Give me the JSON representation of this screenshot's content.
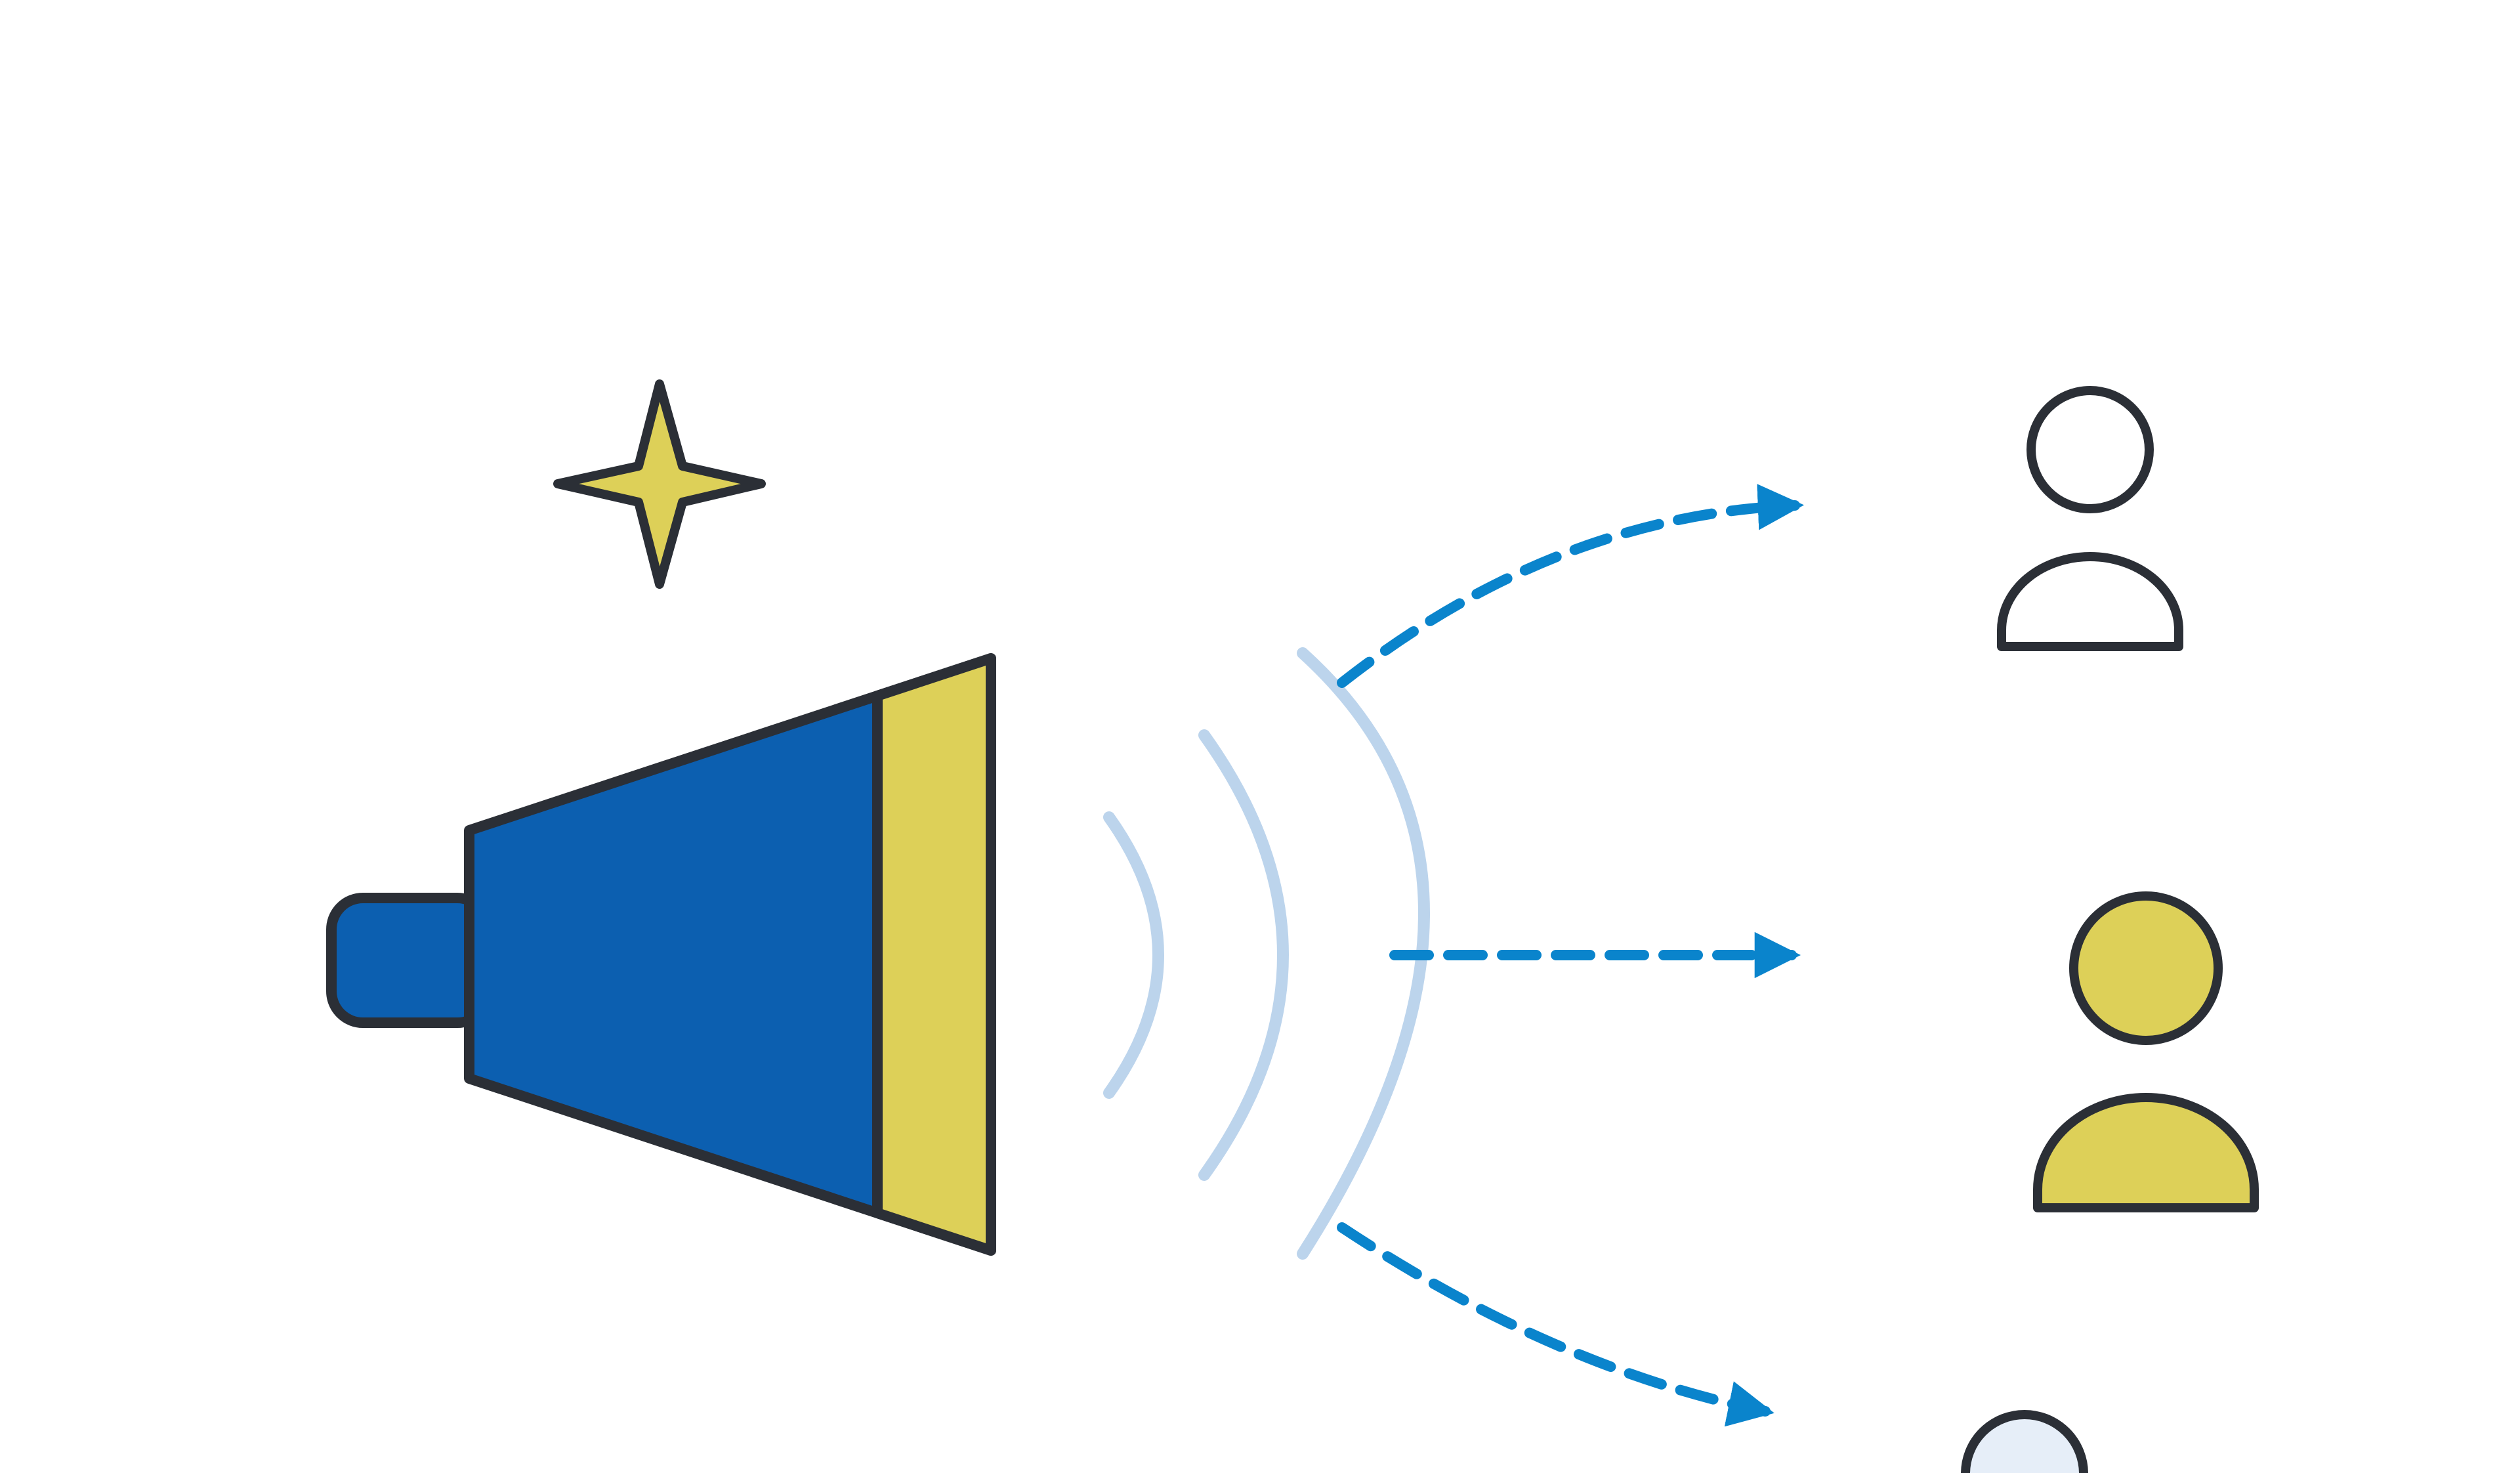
{
  "illustration": {
    "subject": "megaphone-broadcast",
    "icons": [
      "sparkle-icon",
      "megaphone-icon",
      "sound-waves-icon",
      "arrow-icon",
      "person-icon"
    ],
    "colors": {
      "background": "#ffffff",
      "outline": "#2b2f36",
      "megaphone_blue": "#0c5fb0",
      "accent_yellow": "#ddd058",
      "wave_light_blue": "#bcd4ec",
      "arrow_blue": "#0a84cc",
      "person_outline_fill": "#ffffff",
      "person_yellow_fill": "#ddd058",
      "person_pale_fill": "#e6eef8"
    },
    "elements": {
      "sparkle_count": 1,
      "sound_wave_count": 3,
      "arrow_count": 3,
      "person_count": 3,
      "persons": [
        {
          "fill": "outline"
        },
        {
          "fill": "yellow"
        },
        {
          "fill": "pale-blue",
          "partially_visible": true
        }
      ]
    }
  }
}
